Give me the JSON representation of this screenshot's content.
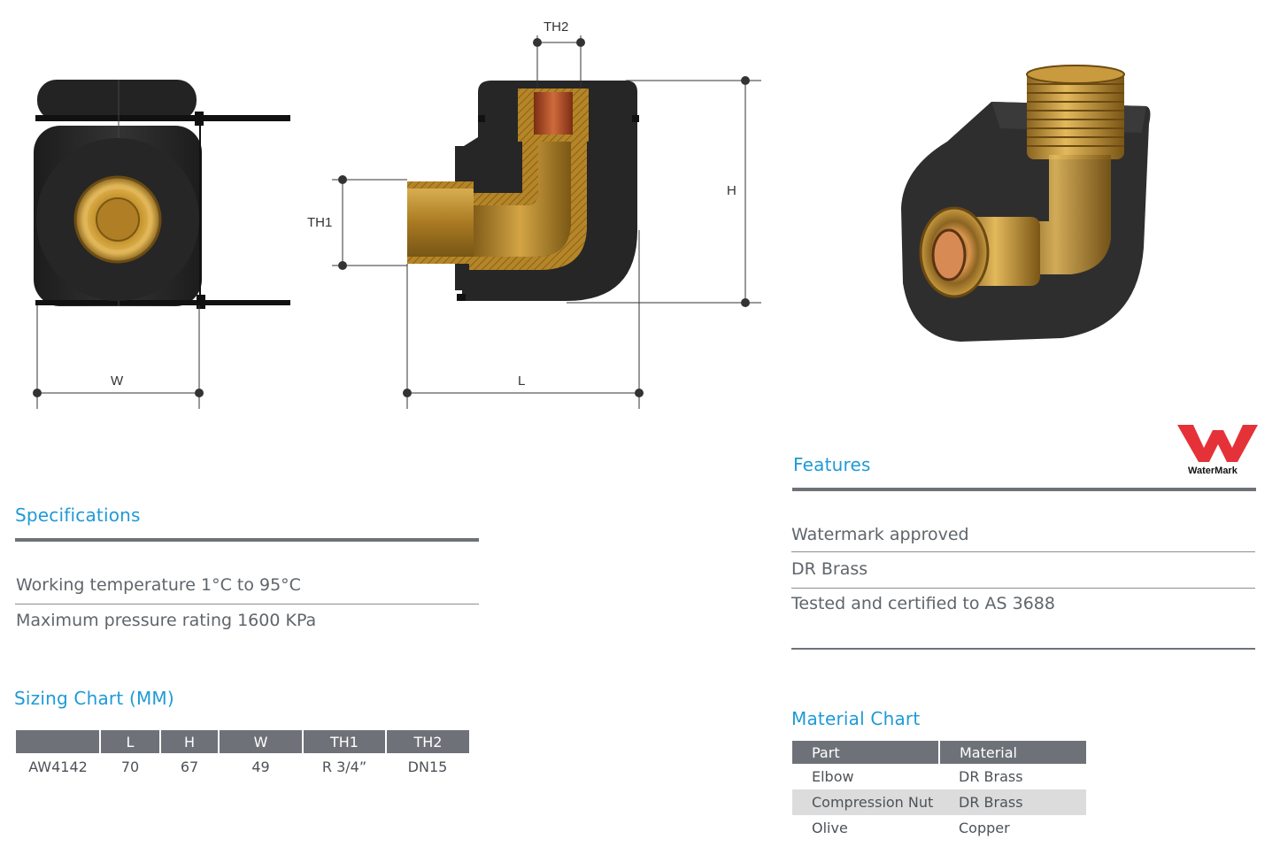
{
  "drawing": {
    "labels": {
      "w": "W",
      "l": "L",
      "h": "H",
      "th1": "TH1",
      "th2": "TH2"
    }
  },
  "logo": {
    "text": "WaterMark",
    "color": "#e53238"
  },
  "features": {
    "title": "Features",
    "items": [
      "Watermark approved",
      "DR Brass",
      "Tested and certified to AS 3688"
    ]
  },
  "specifications": {
    "title": "Specifications",
    "items": [
      "Working temperature 1°C to 95°C",
      "Maximum pressure rating 1600 KPa"
    ]
  },
  "sizing": {
    "title": "Sizing Chart (MM)",
    "headers": [
      "",
      "L",
      "H",
      "W",
      "TH1",
      "TH2"
    ],
    "rows": [
      [
        "AW4142",
        "70",
        "67",
        "49",
        "R 3/4”",
        "DN15"
      ]
    ]
  },
  "material": {
    "title": "Material Chart",
    "headers": [
      "Part",
      "Material"
    ],
    "rows": [
      [
        "Elbow",
        "DR Brass"
      ],
      [
        "Compression Nut",
        "DR Brass"
      ],
      [
        "Olive",
        "Copper"
      ]
    ]
  },
  "colors": {
    "accent": "#1f9ad6",
    "rule": "#6e7278",
    "brass": "#b8892e",
    "insulation": "#2b2b2b"
  }
}
